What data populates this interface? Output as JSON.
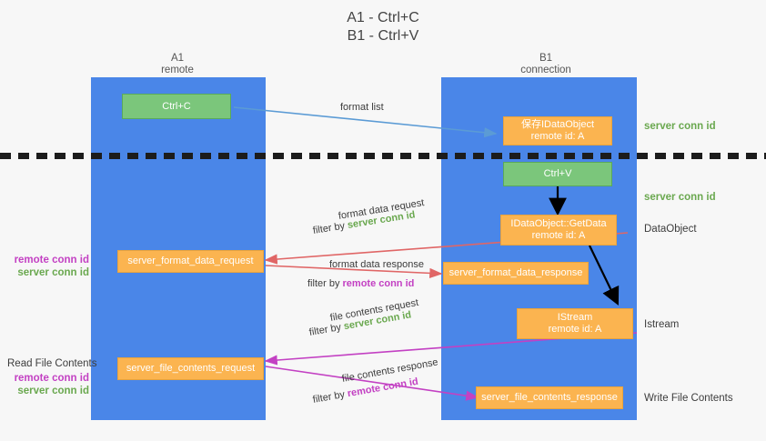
{
  "title": {
    "line1": "A1 - Ctrl+C",
    "line2": "B1 - Ctrl+V"
  },
  "columns": [
    {
      "name": "A1",
      "sub": "remote"
    },
    {
      "name": "B1",
      "sub": "connection"
    }
  ],
  "boxes": {
    "ctrl_c": {
      "label": "Ctrl+C"
    },
    "ctrl_v": {
      "label": "Ctrl+V"
    },
    "idataobject": {
      "line1": "保存IDataObject",
      "line2": "remote id: A"
    },
    "getdata": {
      "line1": "IDataObject::GetData",
      "line2": "remote id: A"
    },
    "istream": {
      "line1": "IStream",
      "line2": "remote id: A"
    },
    "server_format_data_request": {
      "label": "server_format_data_request"
    },
    "server_format_data_response": {
      "label": "server_format_data_response"
    },
    "server_file_contents_request": {
      "label": "server_file_contents_request"
    },
    "server_file_contents_response": {
      "label": "server_file_contents_response"
    }
  },
  "right_labels": [
    {
      "text": "server conn id",
      "color": "#6aa84f"
    },
    {
      "text": "server conn id",
      "color": "#6aa84f"
    },
    {
      "text": "DataObject",
      "color": "#3c3c3c"
    },
    {
      "text": "Istream",
      "color": "#3c3c3c"
    },
    {
      "text": "Write File Contents",
      "color": "#3c3c3c"
    }
  ],
  "left_labels": {
    "group1_line1": "remote conn id",
    "group1_line2": "server conn id",
    "read_file_contents": "Read File Contents",
    "group2_line1": "remote conn id",
    "group2_line2": "server conn id"
  },
  "annotations": {
    "format_list": "format list",
    "format_data_request": "format data request",
    "format_data_request_filter_prefix": "filter by ",
    "format_data_request_filter_value": "server conn id",
    "format_data_response": "format data response",
    "format_data_response_filter_prefix": "filter by ",
    "format_data_response_filter_value": "remote conn id",
    "file_contents_request": "file contents request",
    "file_contents_request_filter_prefix": "filter by ",
    "file_contents_request_filter_value": "server conn id",
    "file_contents_response": "file contents response",
    "file_contents_response_filter_prefix": "filter by ",
    "file_contents_response_filter_value": "remote conn id"
  },
  "colors": {
    "lane": "#4a86e8",
    "green_box": "#7bc67b",
    "orange_box": "#fbb450",
    "green_text": "#6aa84f",
    "magenta_text": "#c341c3",
    "arrow_blue": "#5b9bd5",
    "arrow_red": "#e06666",
    "arrow_magenta": "#c341c3",
    "arrow_black": "#000000",
    "background": "#f7f7f7"
  }
}
